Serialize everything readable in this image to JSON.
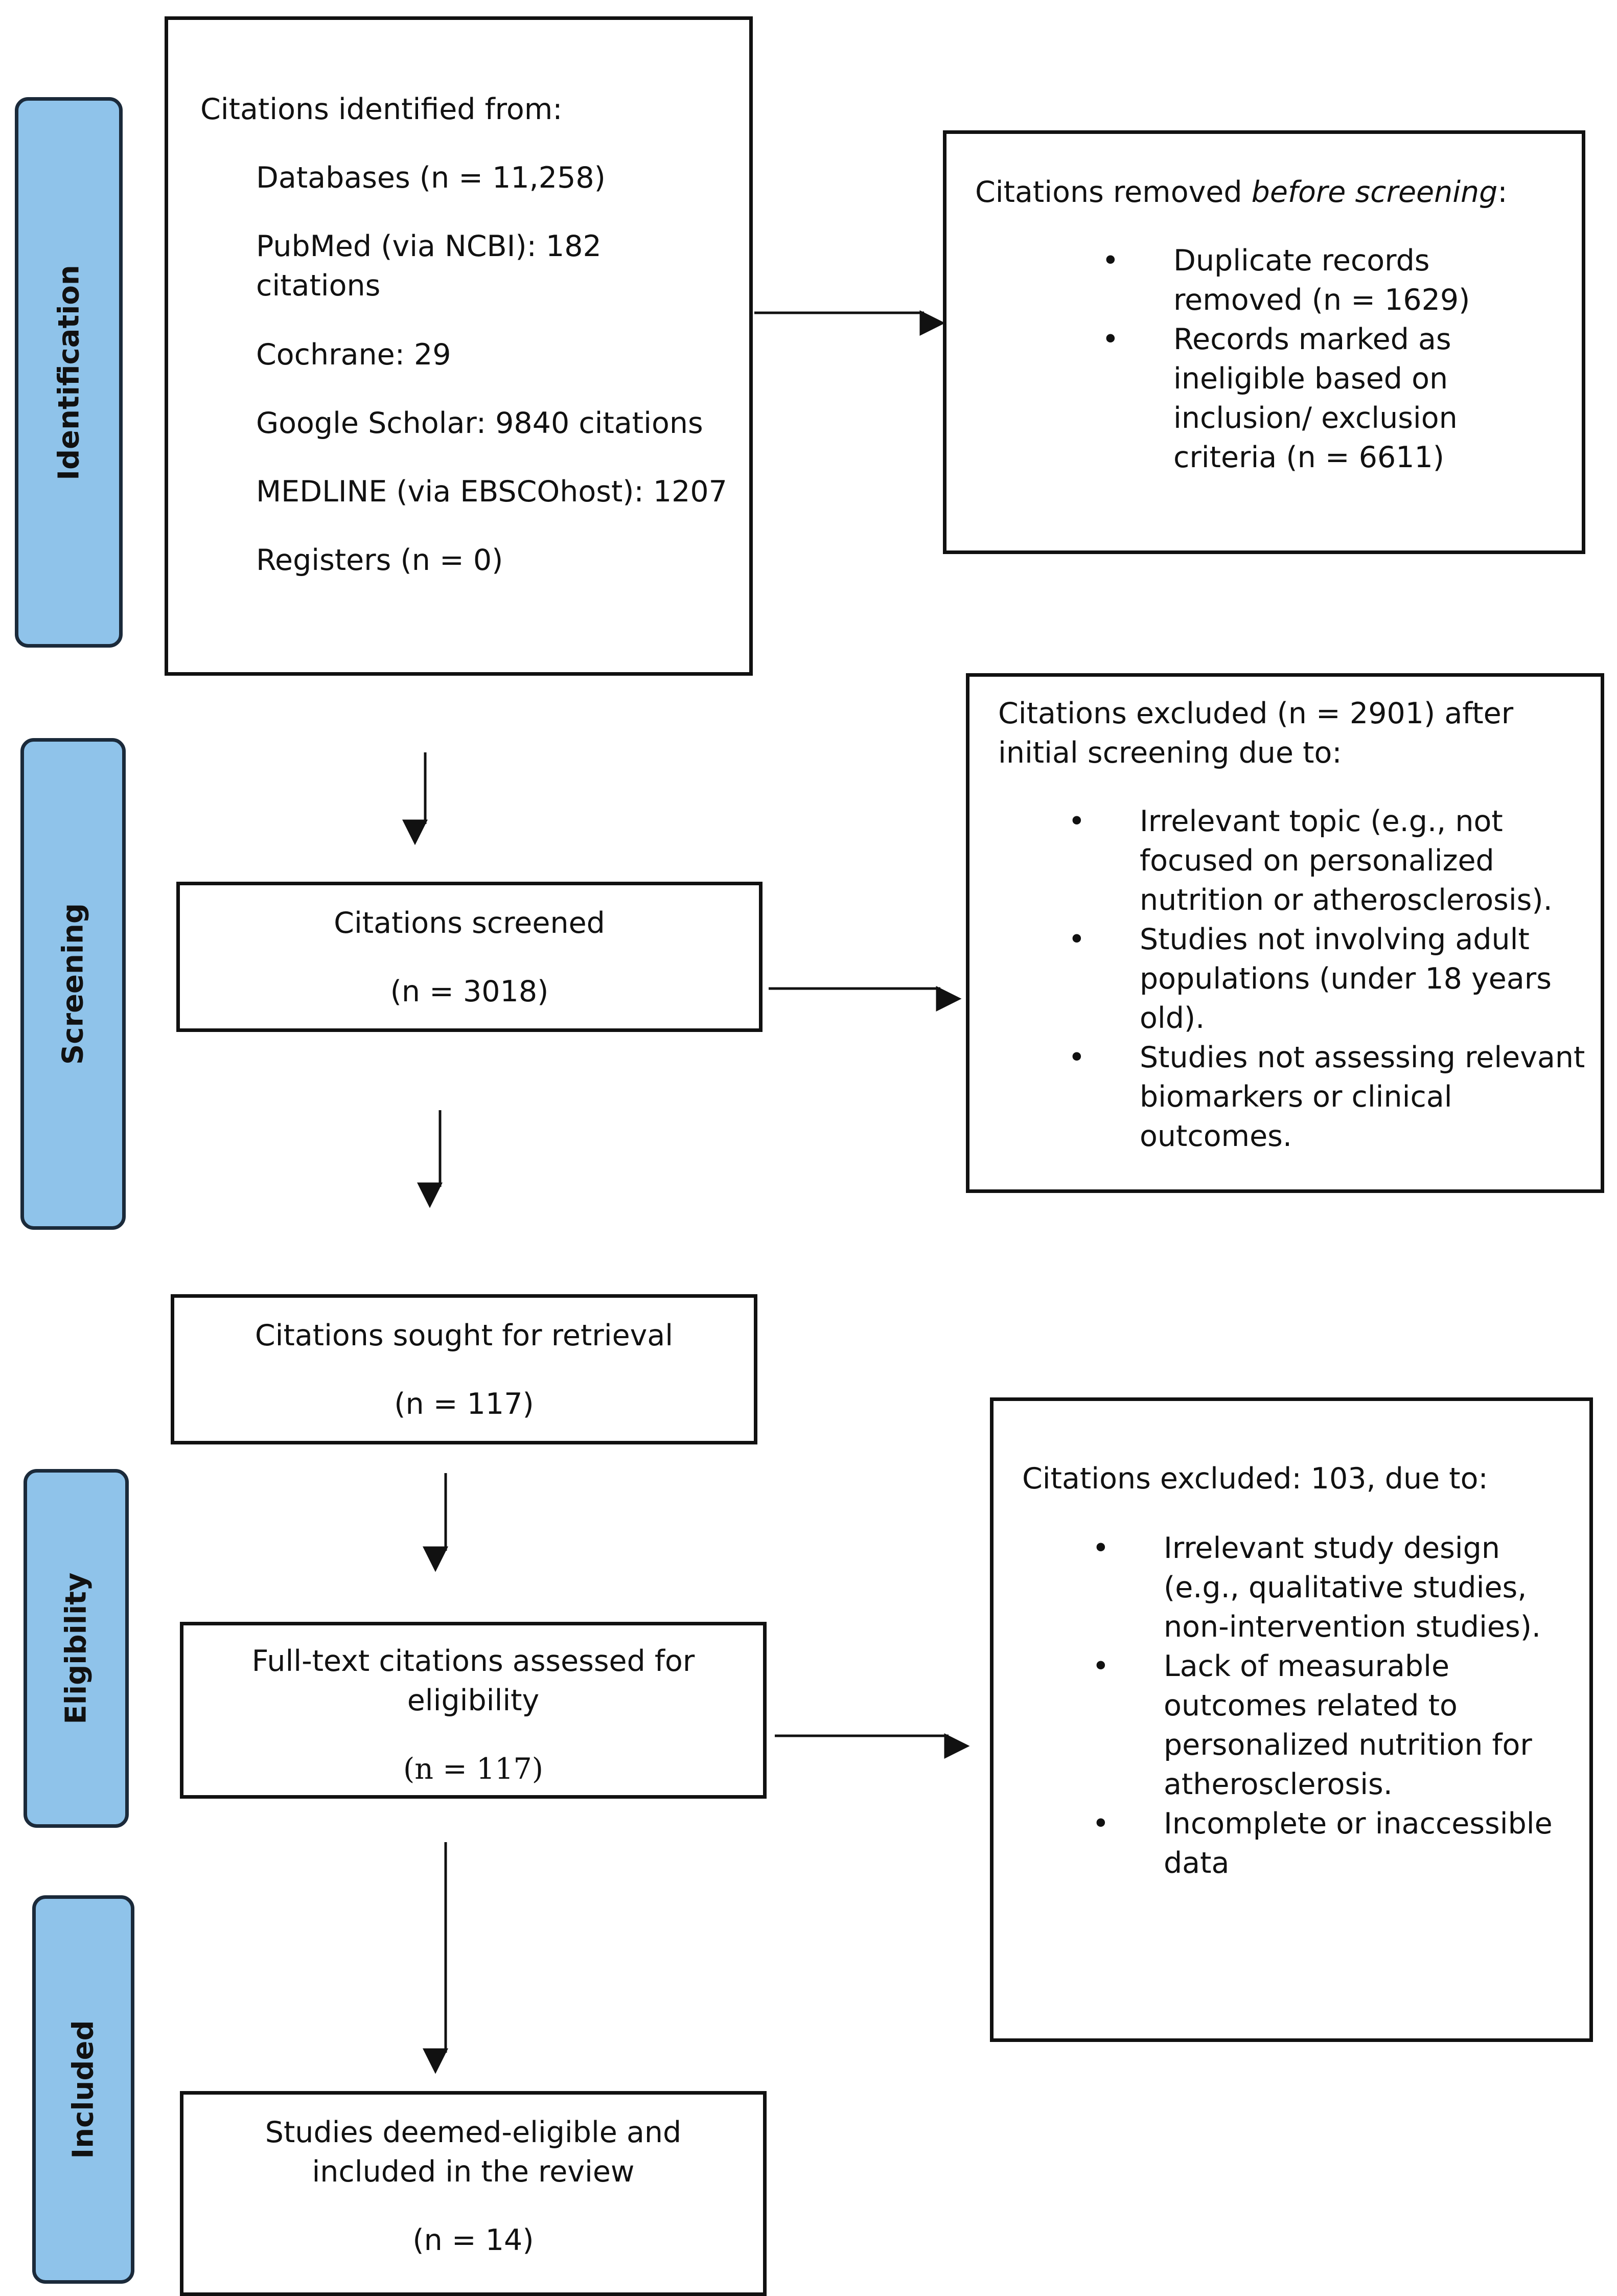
{
  "stages": {
    "identification": "Identification",
    "screening": "Screening",
    "eligibility": "Eligibility",
    "included": "Included"
  },
  "identified": {
    "heading": "Citations identified from:",
    "databases": "Databases (n = 11,258)",
    "pubmed_1": "PubMed (via NCBI): 182",
    "pubmed_2": "citations",
    "cochrane": "Cochrane: 29",
    "google": "Google Scholar: 9840 citations",
    "medline": "MEDLINE (via EBSCOhost): 1207",
    "registers": "Registers (n = 0)"
  },
  "removed": {
    "heading_prefix": "Citations removed ",
    "heading_italic": "before screening",
    "heading_suffix": ":",
    "item1_line1": "Duplicate records",
    "item1_line2": "removed (n = 1629)",
    "item2_line1": "Records marked as",
    "item2_line2": "ineligible based on",
    "item2_line3": "inclusion/ exclusion",
    "item2_line4": "criteria (n = 6611)"
  },
  "screened": {
    "label": "Citations screened",
    "count": "(n = 3018)"
  },
  "excluded_screening": {
    "heading_line1": "Citations excluded (n = 2901) after",
    "heading_line2": "initial screening due to:",
    "item1_line1": "Irrelevant topic (e.g., not",
    "item1_line2": "focused on personalized",
    "item1_line3": "nutrition or atherosclerosis).",
    "item2_line1": "Studies not involving adult",
    "item2_line2": "populations (under 18 years",
    "item2_line3": "old).",
    "item3_line1": "Studies not assessing relevant",
    "item3_line2": "biomarkers or clinical",
    "item3_line3": "outcomes."
  },
  "retrieval": {
    "label": "Citations sought for retrieval",
    "count": "(n = 117)"
  },
  "fulltext": {
    "label_line1": "Full-text citations assessed for",
    "label_line2": "eligibility",
    "count": "(n = 117)"
  },
  "excluded_eligibility": {
    "heading": "Citations excluded: 103, due to:",
    "item1_line1": "Irrelevant study design",
    "item1_line2": "(e.g., qualitative studies,",
    "item1_line3": "non-intervention studies).",
    "item2_line1": "Lack of measurable",
    "item2_line2": "outcomes related to",
    "item2_line3": "personalized nutrition for",
    "item2_line4": "atherosclerosis.",
    "item3_line1": "Incomplete or inaccessible",
    "item3_line2": "data"
  },
  "included_box": {
    "label_line1": "Studies deemed-eligible and",
    "label_line2": "included in the review",
    "count": "(n = 14)"
  }
}
